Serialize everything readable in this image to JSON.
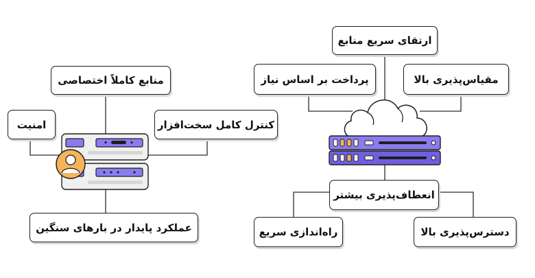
{
  "left_diagram": {
    "dedicated_resources": "منابع کاملاً اختصاصی",
    "security": "امنیت",
    "full_hardware_control": "کنترل کامل سخت‌افزار",
    "stable_performance": "عملکرد پایدار در بارهای سنگین"
  },
  "right_diagram": {
    "fast_resource_upgrade": "ارتقای سریع منابع",
    "pay_as_you_go": "پرداخت بر اساس نیاز",
    "high_scalability": "مقیاس‌پذیری بالا",
    "more_flexibility": "انعطاف‌پذیری بیشتر",
    "fast_setup": "راه‌اندازی سریع",
    "high_availability": "دسترس‌پذیری بالا"
  },
  "colors": {
    "server_purple": "#8a7cf0",
    "server_stripe": "#6f5fe0",
    "avatar_orange": "#f5b45a",
    "outline": "#1f1f1f",
    "chassis_gray": "#f0f0f0",
    "cloud_fill": "#ffffff"
  },
  "icons": [
    "dedicated-server-icon",
    "user-avatar-icon",
    "cloud-icon",
    "cloud-server-icon"
  ]
}
